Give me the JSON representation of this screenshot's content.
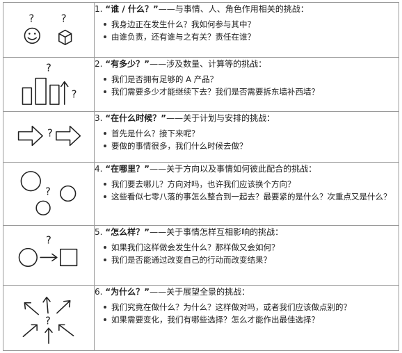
{
  "rows": [
    {
      "num": "1.",
      "question": "“谁 / 什么？”",
      "desc": "——与事情、人、角色作用相关的挑战：",
      "bullets": [
        "我身边正在发生什么？我如何参与其中？",
        "由谁负责，还有谁与之有关？责任在谁？"
      ]
    },
    {
      "num": "2.",
      "question": "“有多少？”",
      "desc": "——涉及数量、计算等的挑战：",
      "bullets": [
        "我们是否拥有足够的 A 产品？",
        "我们需要多少才能继续下去？我们是否需要拆东墙补西墙？"
      ]
    },
    {
      "num": "3.",
      "question": "“在什么时候？”",
      "desc": "——关于计划与安排的挑战：",
      "bullets": [
        "首先是什么？接下来呢？",
        "要做的事情很多，我们什么时候去做？"
      ]
    },
    {
      "num": "4.",
      "question": "“在哪里？”",
      "desc": "——关于方向以及事情如何彼此配合的挑战：",
      "bullets": [
        "我们要去哪儿？方向对吗，也许我们应该换个方向？",
        "这些看似七零八落的事怎么整合到一起去？最要紧的是什么？次重点又是什么？"
      ]
    },
    {
      "num": "5.",
      "question": "“怎么样？”",
      "desc": "——关于事情怎样互相影响的挑战：",
      "bullets": [
        "如果我们这样做会发生什么？那样做又会如何？",
        "我们是否能通过改变自己的行动而改变结果？"
      ]
    },
    {
      "num": "6.",
      "question": "“为什么？”",
      "desc": "——关于展望全景的挑战：",
      "bullets": [
        "我们究竟在做什么？为什么？这样做对吗，或者我们应该做点别的？",
        "如果需要变化，我们有哪些选择？怎么才能作出最佳选择？"
      ]
    }
  ],
  "icons": [
    "face-and-cube-icon",
    "bars-and-arrow-icon",
    "arrow-to-arrow-icon",
    "three-circles-icon",
    "circle-to-square-icon",
    "converging-arrows-icon"
  ],
  "glyph": "?"
}
